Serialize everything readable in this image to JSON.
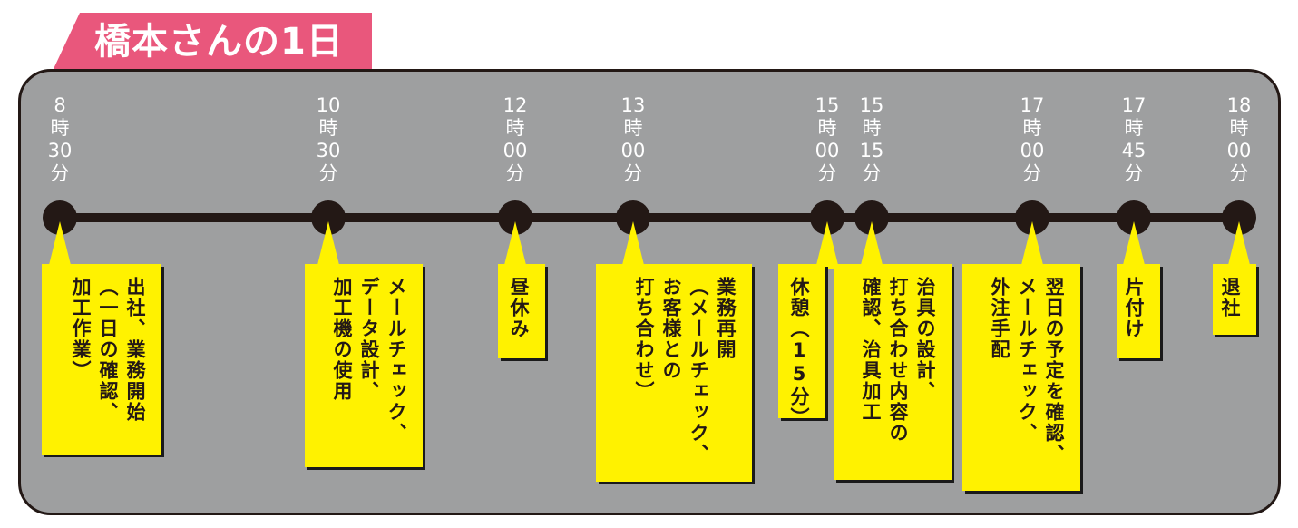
{
  "title": "橋本さんの1日",
  "colors": {
    "title_bg": "#e9577c",
    "panel_bg": "#9e9fa0",
    "timeline": "#231815",
    "note_bg": "#fff200"
  },
  "events": [
    {
      "time": [
        "8",
        "時",
        "30",
        "分"
      ],
      "note": "出社、業務開始\n（一日の確認、\n加工作業）"
    },
    {
      "time": [
        "10",
        "時",
        "30",
        "分"
      ],
      "note": "メールチェック、\nデータ設計、\n加工機の使用"
    },
    {
      "time": [
        "12",
        "時",
        "00",
        "分"
      ],
      "note": "昼休み"
    },
    {
      "time": [
        "13",
        "時",
        "00",
        "分"
      ],
      "note": "業務再開\n（メールチェック、\nお客様との\n打ち合わせ）"
    },
    {
      "time": [
        "15",
        "時",
        "00",
        "分"
      ],
      "note": "休憩（15分）"
    },
    {
      "time": [
        "15",
        "時",
        "15",
        "分"
      ],
      "note": "治具の設計、\n打ち合わせ内容の\n確認、治具加工"
    },
    {
      "time": [
        "17",
        "時",
        "00",
        "分"
      ],
      "note": "翌日の予定を確認、\nメールチェック、\n外注手配"
    },
    {
      "time": [
        "17",
        "時",
        "45",
        "分"
      ],
      "note": "片付け"
    },
    {
      "time": [
        "18",
        "時",
        "00",
        "分"
      ],
      "note": "退社"
    }
  ]
}
